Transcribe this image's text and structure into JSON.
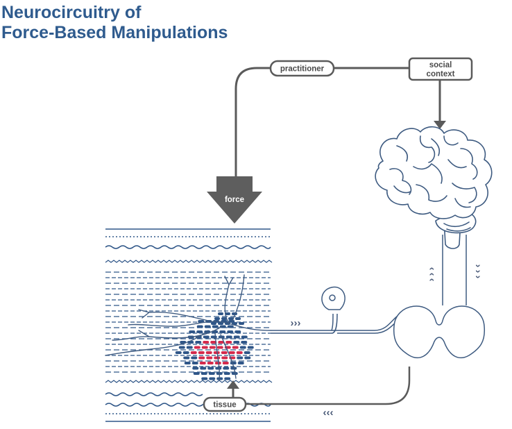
{
  "title": {
    "line1": "Neurocircuitry of",
    "line2": "Force-Based Manipulations"
  },
  "labels": {
    "practitioner": "practitioner",
    "social_line1": "social",
    "social_line2": "context",
    "force": "force",
    "tissue": "tissue"
  },
  "markers": {
    "afferent": "›››",
    "efferent": "‹‹‹",
    "ascending": "⌃⌃⌃",
    "descending": "⌄⌄⌄"
  },
  "colors": {
    "title": "#2f5b8e",
    "nerve": "#3d5a80",
    "tissue_blue": "#2f5688",
    "tissue_red": "#d42a4c",
    "gray": "#5a5a5a"
  }
}
